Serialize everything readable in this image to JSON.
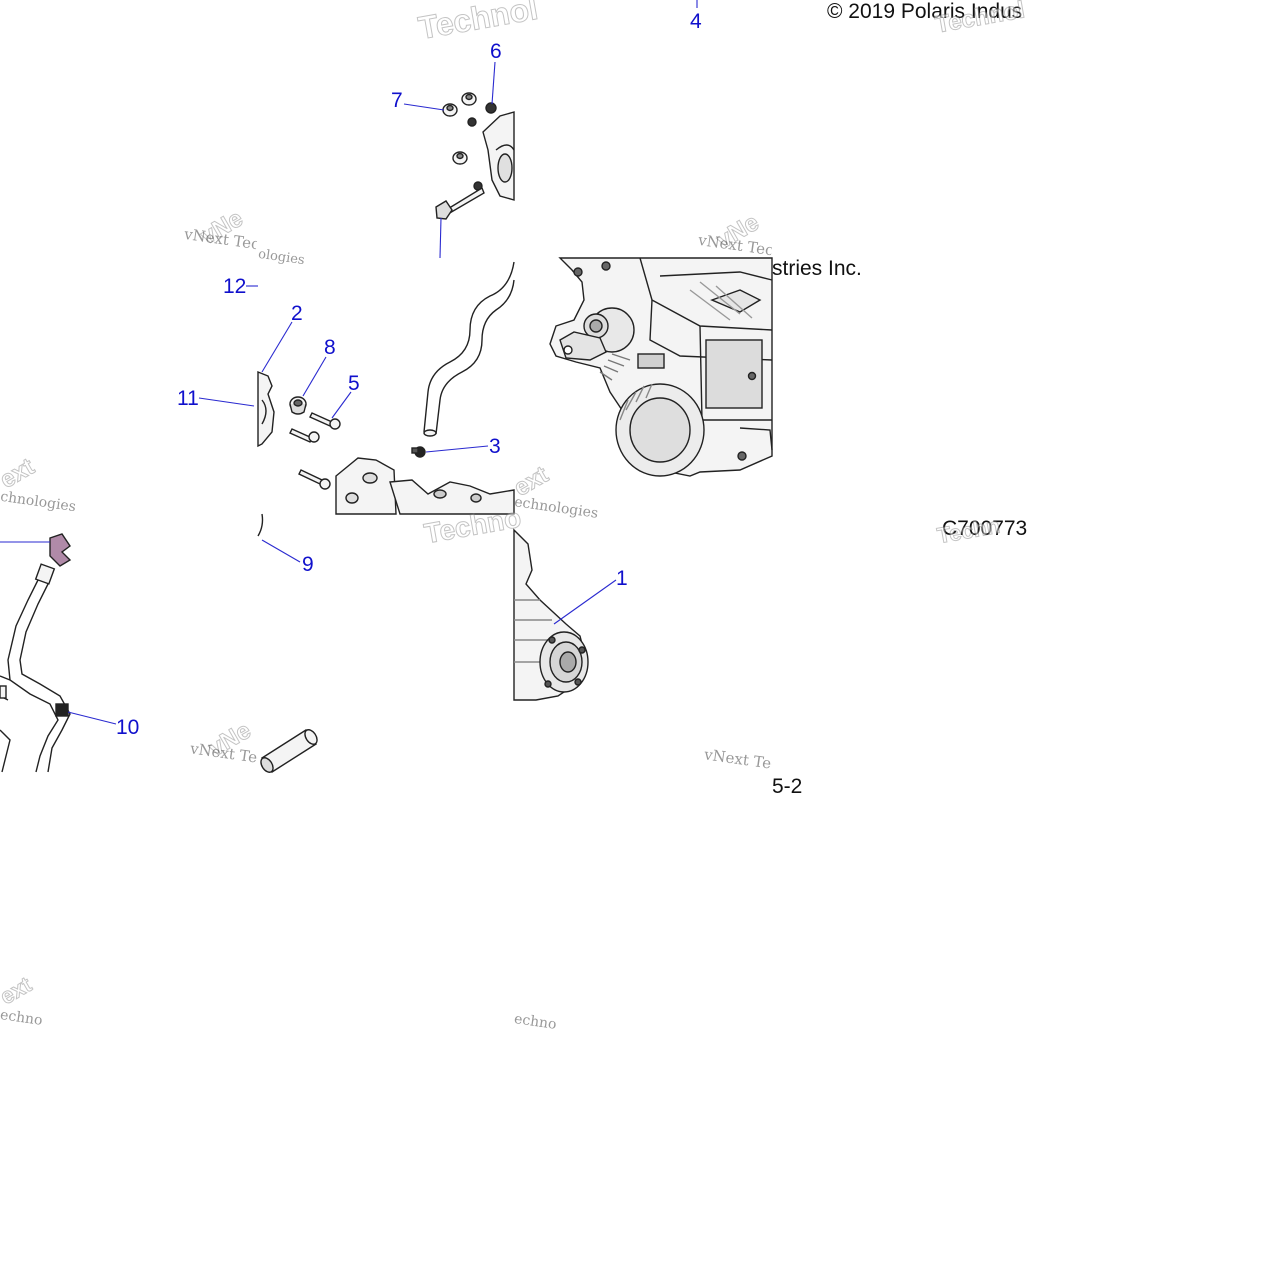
{
  "colors": {
    "callout": "#1010cc",
    "leader": "#2a2ad0",
    "part_stroke": "#222222",
    "part_fill": "#f4f4f4",
    "part_shade": "#c8c8c8",
    "clamp_accent": "#b08aa8"
  },
  "header": {
    "copyright": "© 2019 Polaris Indus"
  },
  "copyright_fragment": "stries Inc.",
  "figure_code": "C700773",
  "page_fragment": "5-2",
  "callouts": {
    "c1": "1",
    "c2": "2",
    "c3": "3",
    "c4": "4",
    "c5": "5",
    "c6": "6",
    "c7": "7",
    "c8": "8",
    "c9": "9",
    "c10": "10",
    "c11": "11",
    "c12": "12"
  },
  "watermarks": {
    "brand": "vNext Technologies",
    "fragments": [
      "Technol",
      "Technol",
      "vNe",
      "vNe",
      "vNe",
      "ext",
      "ext",
      "ext",
      "echnologies",
      "echno",
      "echno",
      "Techno",
      "Techn",
      "chnologies",
      "ologies"
    ]
  }
}
